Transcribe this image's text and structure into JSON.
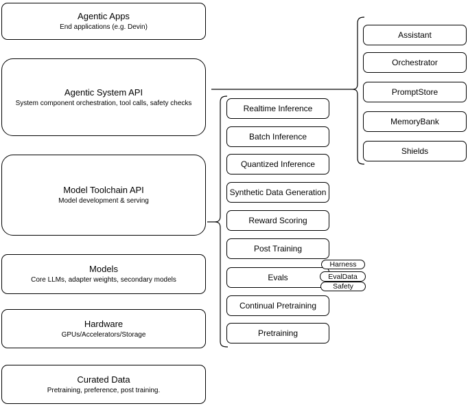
{
  "colors": {
    "stroke": "#000000",
    "fill": "#ffffff",
    "background": "#ffffff"
  },
  "stack": {
    "boxes": [
      {
        "title": "Agentic Apps",
        "subtitle": "End applications (e.g. Devin)"
      },
      {
        "title": "Agentic System API",
        "subtitle": "System component orchestration, tool calls, safety checks"
      },
      {
        "title": "Model Toolchain API",
        "subtitle": "Model development & serving"
      },
      {
        "title": "Models",
        "subtitle": "Core LLMs, adapter weights, secondary models"
      },
      {
        "title": "Hardware",
        "subtitle": "GPUs/Accelerators/Storage"
      },
      {
        "title": "Curated Data",
        "subtitle": "Pretraining, preference, post training."
      }
    ]
  },
  "toolchain": {
    "items": [
      "Realtime Inference",
      "Batch Inference",
      "Quantized Inference",
      "Synthetic Data Generation",
      "Reward Scoring",
      "Post Training",
      "Evals",
      "Continual Pretraining",
      "Pretraining"
    ],
    "evals_badges": [
      "Harness",
      "EvalData",
      "Safety"
    ]
  },
  "system": {
    "components": [
      "Assistant",
      "Orchestrator",
      "PromptStore",
      "MemoryBank",
      "Shields"
    ]
  }
}
